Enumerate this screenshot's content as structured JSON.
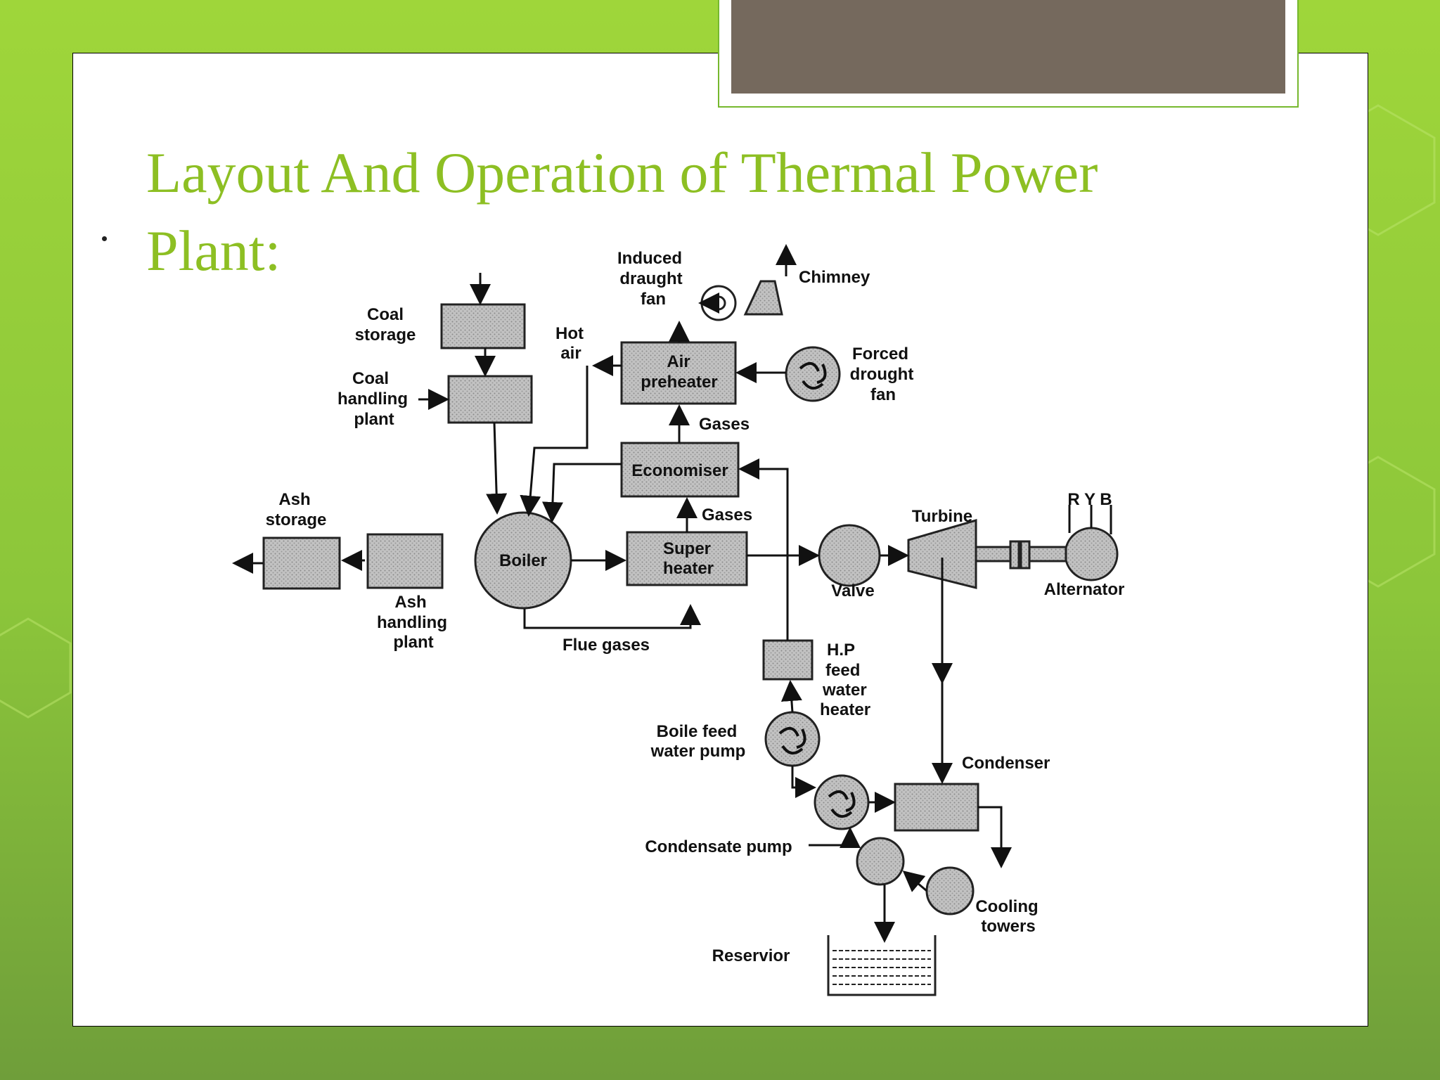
{
  "slide": {
    "title_line1": "Layout And Operation of Thermal Power",
    "title_line2": "Plant:"
  },
  "diagram": {
    "labels": {
      "coal_storage": [
        "Coal",
        "storage"
      ],
      "coal_handling": [
        "Coal",
        "handling",
        "plant"
      ],
      "hot_air": [
        "Hot",
        "air"
      ],
      "induced_fan": [
        "Induced",
        "draught",
        "fan"
      ],
      "chimney": "Chimney",
      "air_preheater": [
        "Air",
        "preheater"
      ],
      "forced_fan": [
        "Forced",
        "drought",
        "fan"
      ],
      "gases_1": "Gases",
      "economiser": "Economiser",
      "gases_2": "Gases",
      "ash_storage": [
        "Ash",
        "storage"
      ],
      "boiler": "Boiler",
      "super_heater": [
        "Super",
        "heater"
      ],
      "ash_handling": [
        "Ash",
        "handling",
        "plant"
      ],
      "flue_gases": "Flue gases",
      "valve": "Valve",
      "turbine": "Turbine",
      "ryb": "R Y B",
      "alternator": "Alternator",
      "hp_heater": [
        "H.P",
        "feed",
        "water",
        "heater"
      ],
      "boiler_pump": [
        "Boile feed",
        "water pump"
      ],
      "condenser": "Condenser",
      "condensate_pump": "Condensate pump",
      "cooling_towers": [
        "Cooling",
        "towers"
      ],
      "reservoir": "Reservior"
    },
    "colors": {
      "title": "#8dbf23",
      "component_fill": "#b8b8b8",
      "background": "#ffffff"
    }
  }
}
